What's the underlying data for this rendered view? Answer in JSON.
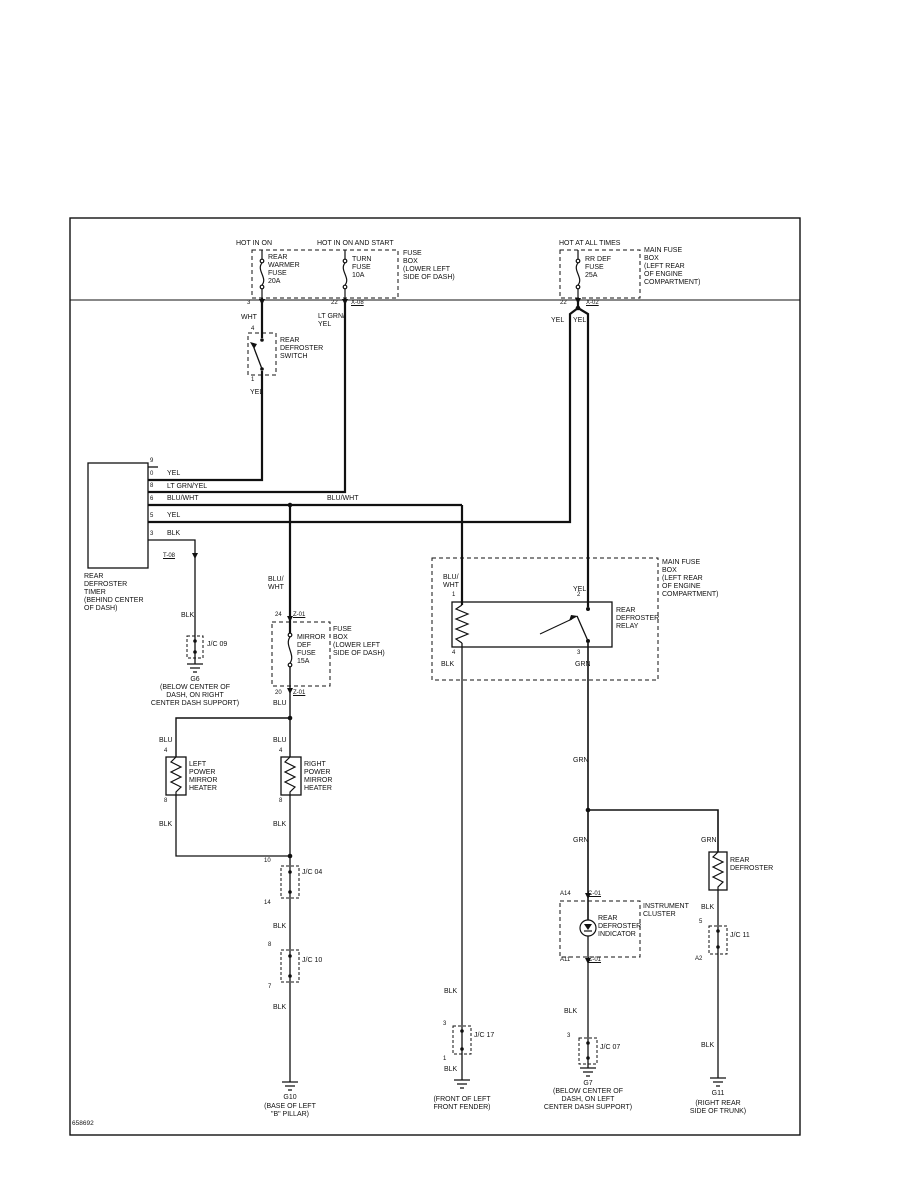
{
  "footer": {
    "doc_id": "658692"
  },
  "power": {
    "hot_in_on": "HOT IN ON",
    "hot_in_on_and_start": "HOT IN ON AND START",
    "hot_at_all_times": "HOT AT ALL TIMES"
  },
  "wire_colors": {
    "wht": "WHT",
    "yel": "YEL",
    "blk": "BLK",
    "blu": "BLU",
    "grn": "GRN",
    "blu_wht": "BLU/WHT",
    "lt_grn_yel": "LT GRN/YEL",
    "lt_grn_yel_lines": [
      "LT GRN/",
      "YEL"
    ],
    "blu_wht_lines": [
      "BLU/",
      "WHT"
    ]
  },
  "fuse_box_dash": {
    "label_lines": [
      "FUSE",
      "BOX",
      "(LOWER LEFT",
      "SIDE OF DASH)"
    ],
    "rear_warmer_fuse_lines": [
      "REAR",
      "WARMER",
      "FUSE",
      "20A"
    ],
    "turn_fuse_lines": [
      "TURN",
      "FUSE",
      "10A"
    ],
    "pin_rear_warmer": "3",
    "pin_turn": "22",
    "connector_turn": "X-08"
  },
  "main_fuse_box_top": {
    "label_lines": [
      "MAIN FUSE",
      "BOX",
      "(LEFT REAR",
      "OF ENGINE",
      "COMPARTMENT)"
    ],
    "rr_def_fuse_lines": [
      "RR DEF",
      "FUSE",
      "25A"
    ],
    "pin": "22",
    "connector": "X-02"
  },
  "defroster_switch": {
    "label_lines": [
      "REAR",
      "DEFROSTER",
      "SWITCH"
    ],
    "pin_top": "4",
    "pin_bottom": "1"
  },
  "timer": {
    "label_lines": [
      "REAR",
      "DEFROSTER",
      "TIMER",
      "(BEHIND CENTER",
      "OF DASH)"
    ],
    "pins": [
      "9",
      "0",
      "8",
      "6",
      "5",
      "3"
    ],
    "connector": "T-08"
  },
  "mirror_fuse_box": {
    "label_lines": [
      "FUSE",
      "BOX",
      "(LOWER LEFT",
      "SIDE OF DASH)"
    ],
    "fuse_lines": [
      "MIRROR",
      "DEF",
      "FUSE",
      "15A"
    ],
    "pin_top": "24",
    "pin_bottom": "20",
    "connector": "Z-01"
  },
  "main_fuse_box_relay": {
    "label_lines": [
      "MAIN FUSE",
      "BOX",
      "(LEFT REAR",
      "OF ENGINE",
      "COMPARTMENT)"
    ],
    "relay_lines": [
      "REAR",
      "DEFROSTER",
      "RELAY"
    ],
    "pin_top_left": "1",
    "pin_top_right": "2",
    "pin_bottom_left": "4",
    "pin_bottom_right": "3"
  },
  "heaters": {
    "left_lines": [
      "LEFT",
      "POWER",
      "MIRROR",
      "HEATER"
    ],
    "right_lines": [
      "RIGHT",
      "POWER",
      "MIRROR",
      "HEATER"
    ],
    "pin_top": "4",
    "pin_bottom": "8"
  },
  "cluster": {
    "label_lines": [
      "INSTRUMENT",
      "CLUSTER"
    ],
    "indicator_lines": [
      "REAR",
      "DEFROSTER",
      "INDICATOR"
    ],
    "pin_top": "A14",
    "pin_bottom": "A11",
    "connector": "C-01"
  },
  "rear_defroster": {
    "label_lines": [
      "REAR",
      "DEFROSTER"
    ]
  },
  "junction_connectors": {
    "jc09": {
      "label": "J/C 09"
    },
    "jc04": {
      "label": "J/C 04",
      "pin_top": "10",
      "pin_bottom": "14"
    },
    "jc10": {
      "label": "J/C 10",
      "pin_top": "8",
      "pin_bottom": "7"
    },
    "jc17": {
      "label": "J/C 17",
      "pin_top": "3",
      "pin_bottom": "1"
    },
    "jc07": {
      "label": "J/C 07",
      "pin_top": "3"
    },
    "jc11": {
      "label": "J/C 11",
      "pin_top": "5",
      "pin_bottom": "A2"
    }
  },
  "grounds": {
    "g6": {
      "name": "G6",
      "location_lines": [
        "(BELOW CENTER OF",
        "DASH, ON RIGHT",
        "CENTER DASH SUPPORT)"
      ]
    },
    "g10": {
      "name": "G10",
      "location_lines": [
        "(BASE OF LEFT",
        "\"B\" PILLAR)"
      ]
    },
    "front_fender": {
      "location_lines": [
        "(FRONT OF LEFT",
        "FRONT FENDER)"
      ]
    },
    "g7": {
      "name": "G7",
      "location_lines": [
        "(BELOW CENTER OF",
        "DASH, ON LEFT",
        "CENTER DASH SUPPORT)"
      ]
    },
    "g11": {
      "name": "G11",
      "location_lines": [
        "(RIGHT REAR",
        "SIDE OF TRUNK)"
      ]
    }
  }
}
